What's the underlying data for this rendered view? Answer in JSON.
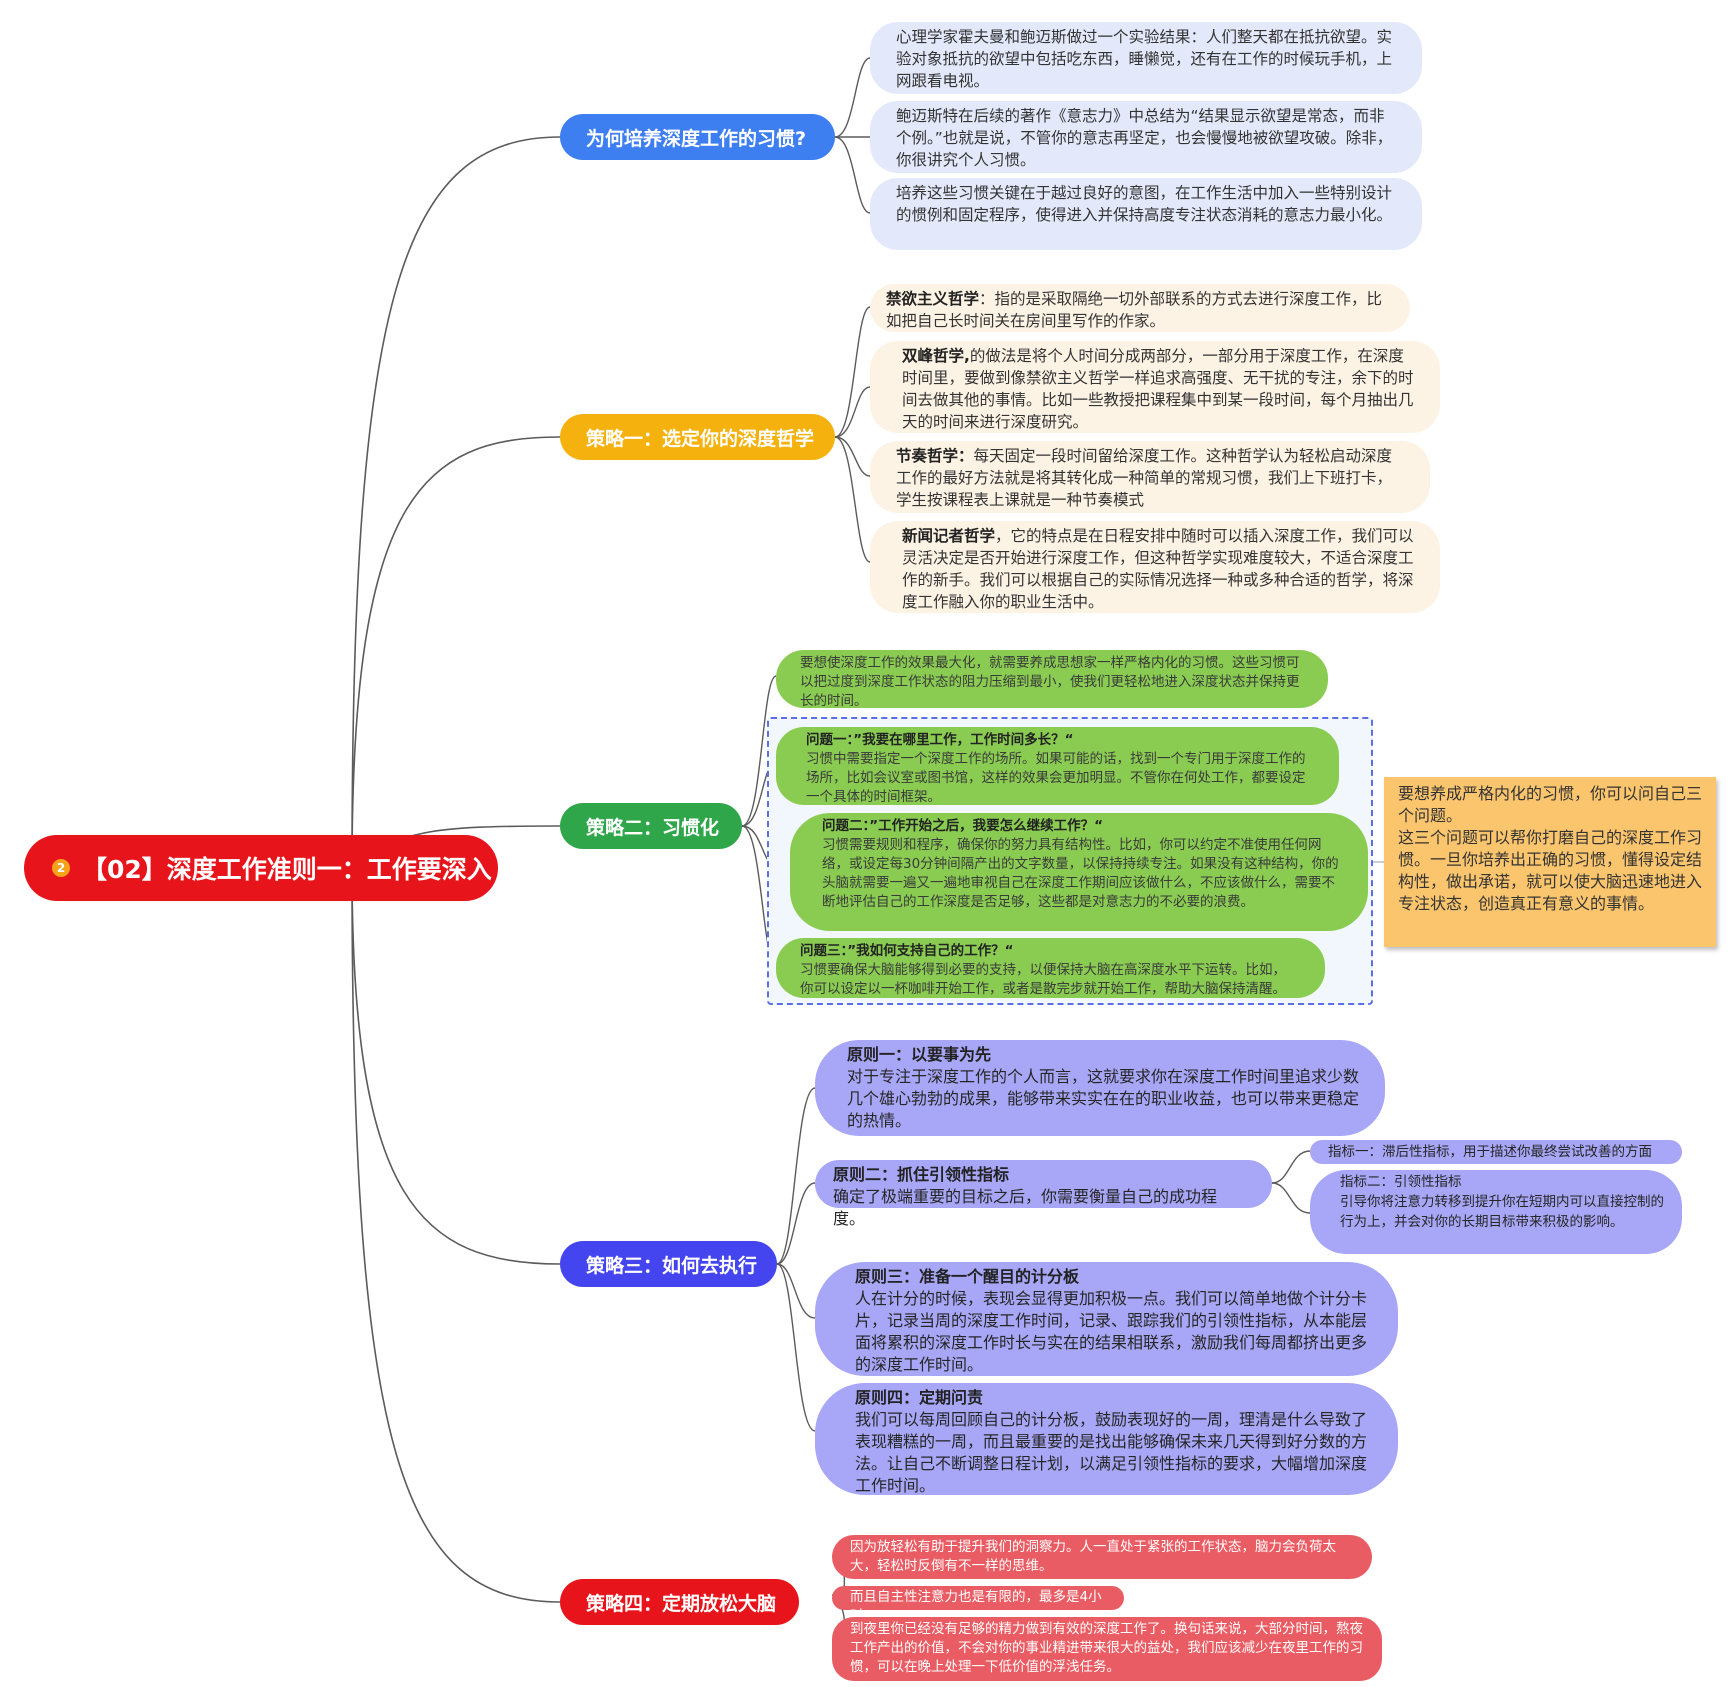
{
  "colors": {
    "root": "#e8141b",
    "branch1": "#3d7ef0",
    "branch2": "#f5b20f",
    "branch3": "#30a64a",
    "branch4": "#4545f0",
    "branch5": "#e8141b",
    "leaf_blue": "#e3e9fb",
    "leaf_yellow": "#fdf3e4",
    "leaf_green": "#8acc52",
    "leaf_purple": "#a7a6f7",
    "leaf_red": "#ea5c63",
    "note": "#fbc56e"
  },
  "root": {
    "badge": "2",
    "title": "【02】深度工作准则一：工作要深入"
  },
  "branches": [
    {
      "title": "为何培养深度工作的习惯?",
      "items": [
        "心理学家霍夫曼和鲍迈斯做过一个实验结果：人们整天都在抵抗欲望。实验对象抵抗的欲望中包括吃东西，睡懒觉，还有在工作的时候玩手机，上网跟看电视。",
        "鲍迈斯特在后续的著作《意志力》中总结为“结果显示欲望是常态，而非个例。”也就是说，不管你的意志再坚定，也会慢慢地被欲望攻破。除非，你很讲究个人习惯。",
        "培养这些习惯关键在于越过良好的意图，在工作生活中加入一些特别设计的惯例和固定程序，使得进入并保持高度专注状态消耗的意志力最小化。"
      ]
    },
    {
      "title": "策略一：选定你的深度哲学",
      "items": [
        {
          "head": "禁欲主义哲学",
          "body": "：指的是采取隔绝一切外部联系的方式去进行深度工作，比如把自己长时间关在房间里写作的作家。"
        },
        {
          "head": "双峰哲学,",
          "body": "的做法是将个人时间分成两部分，一部分用于深度工作，在深度时间里，要做到像禁欲主义哲学一样追求高强度、无干扰的专注，余下的时间去做其他的事情。比如一些教授把课程集中到某一段时间，每个月抽出几天的时间来进行深度研究。"
        },
        {
          "head": "节奏哲学：",
          "body": "每天固定一段时间留给深度工作。这种哲学认为轻松启动深度工作的最好方法就是将其转化成一种简单的常规习惯，我们上下班打卡，学生按课程表上课就是一种节奏模式"
        },
        {
          "head": "新闻记者哲学",
          "body": "，它的特点是在日程安排中随时可以插入深度工作，我们可以灵活决定是否开始进行深度工作，但这种哲学实现难度较大，不适合深度工作的新手。我们可以根据自己的实际情况选择一种或多种合适的哲学，将深度工作融入你的职业生活中。"
        }
      ]
    },
    {
      "title": "策略二：习惯化",
      "intro": "要想使深度工作的效果最大化，就需要养成思想家一样严格内化的习惯。这些习惯可以把过度到深度工作状态的阻力压缩到最小，使我们更轻松地进入深度状态并保持更长的时间。",
      "questions": [
        {
          "head": "问题一：”我要在哪里工作，工作时间多长？“",
          "body": "习惯中需要指定一个深度工作的场所。如果可能的话，找到一个专门用于深度工作的场所，比如会议室或图书馆，这样的效果会更加明显。不管你在何处工作，都要设定一个具体的时间框架。"
        },
        {
          "head": "问题二：”工作开始之后，我要怎么继续工作？“",
          "body": "习惯需要规则和程序，确保你的努力具有结构性。比如，你可以约定不准使用任何网络，或设定每30分钟间隔产出的文字数量，以保持持续专注。如果没有这种结构，你的头脑就需要一遍又一遍地审视自己在深度工作期间应该做什么，不应该做什么，需要不断地评估自己的工作深度是否足够，这些都是对意志力的不必要的浪费。"
        },
        {
          "head": "问题三：”我如何支持自己的工作？“",
          "body": "习惯要确保大脑能够得到必要的支持，以便保持大脑在高深度水平下运转。比如，你可以设定以一杯咖啡开始工作，或者是散完步就开始工作，帮助大脑保持清醒。"
        }
      ],
      "note": "要想养成严格内化的习惯，你可以问自己三个问题。\n这三个问题可以帮你打磨自己的深度工作习惯。一旦你培养出正确的习惯，懂得设定结构性，做出承诺，就可以使大脑迅速地进入专注状态，创造真正有意义的事情。"
    },
    {
      "title": "策略三：如何去执行",
      "principles": [
        {
          "head": "原则一：以要事为先",
          "body": "对于专注于深度工作的个人而言，这就要求你在深度工作时间里追求少数几个雄心勃勃的成果，能够带来实实在在的职业收益，也可以带来更稳定的热情。"
        },
        {
          "head": "原则二：抓住引领性指标",
          "body": "确定了极端重要的目标之后，你需要衡量自己的成功程度。"
        },
        {
          "head": "原则三：准备一个醒目的计分板",
          "body": "人在计分的时候，表现会显得更加积极一点。我们可以简单地做个计分卡片，记录当周的深度工作时间，记录、跟踪我们的引领性指标，从本能层面将累积的深度工作时长与实在的结果相联系，激励我们每周都挤出更多的深度工作时间。"
        },
        {
          "head": "原则四：定期问责",
          "body": "我们可以每周回顾自己的计分板，鼓励表现好的一周，理清是什么导致了表现糟糕的一周，而且最重要的是找出能够确保未来几天得到好分数的方法。让自己不断调整日程计划，以满足引领性指标的要求，大幅增加深度工作时间。"
        }
      ],
      "indicators": [
        "指标一：滞后性指标，用于描述你最终尝试改善的方面",
        "指标二：引领性指标\n引导你将注意力转移到提升你在短期内可以直接控制的行为上，并会对你的长期目标带来积极的影响。"
      ]
    },
    {
      "title": "策略四：定期放松大脑",
      "items": [
        "因为放轻松有助于提升我们的洞察力。人一直处于紧张的工作状态，脑力会负荷太大，轻松时反倒有不一样的思维。",
        "而且自主性注意力也是有限的，最多是4小时",
        "到夜里你已经没有足够的精力做到有效的深度工作了。换句话来说，大部分时间，熬夜工作产出的价值，不会对你的事业精进带来很大的益处，我们应该减少在夜里工作的习惯，可以在晚上处理一下低价值的浮浅任务。"
      ]
    }
  ]
}
